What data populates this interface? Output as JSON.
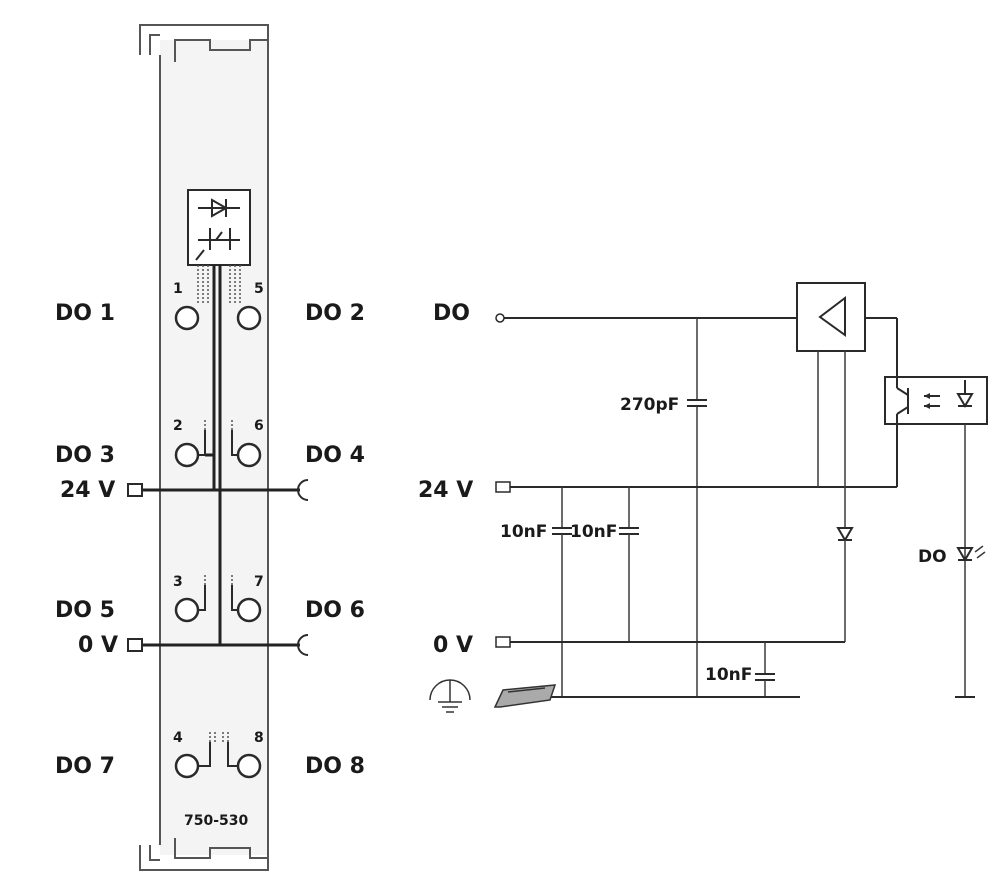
{
  "module": {
    "model_number": "750-530",
    "channel_labels": {
      "do1": "DO 1",
      "do2": "DO 2",
      "do3": "DO 3",
      "do4": "DO 4",
      "do5": "DO 5",
      "do6": "DO 6",
      "do7": "DO 7",
      "do8": "DO 8"
    },
    "pin_numbers": {
      "p1": "1",
      "p2": "2",
      "p3": "3",
      "p4": "4",
      "p5": "5",
      "p6": "6",
      "p7": "7",
      "p8": "8"
    },
    "supply_labels": {
      "v24": "24 V",
      "v0": "0 V"
    }
  },
  "schematic": {
    "do_label": "DO",
    "v24_label": "24 V",
    "v0_label": "0 V",
    "cap_270": "270pF",
    "cap_10a": "10nF",
    "cap_10b": "10nF",
    "cap_10c": "10nF",
    "led_label": "DO"
  },
  "icons": [
    "ground-icon",
    "din-rail-icon",
    "opto-coupler-icon",
    "led-icon",
    "diode-icon",
    "buffer-amplifier-icon"
  ]
}
